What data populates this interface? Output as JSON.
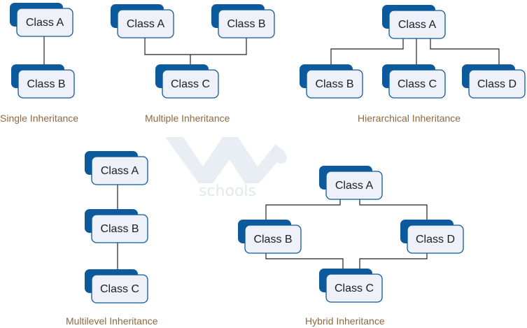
{
  "colors": {
    "node_back": "#0c5a9c",
    "node_front": "#eef0fa",
    "node_border": "#0c5a9c",
    "connector": "#222222",
    "caption": "#8a6a40",
    "watermark": "#e2e9f0"
  },
  "watermark": {
    "text": "schools"
  },
  "captions": {
    "single": "Single Inheritance",
    "multiple": "Multiple Inheritance",
    "hierarchical": "Hierarchical Inheritance",
    "multilevel": "Multilevel Inheritance",
    "hybrid": "Hybrid Inheritance"
  },
  "diagrams": [
    {
      "id": "single",
      "nodes": [
        {
          "id": "a",
          "label": "Class A"
        },
        {
          "id": "b",
          "label": "Class B"
        }
      ]
    },
    {
      "id": "multiple",
      "nodes": [
        {
          "id": "a",
          "label": "Class A"
        },
        {
          "id": "b",
          "label": "Class B"
        },
        {
          "id": "c",
          "label": "Class C"
        }
      ]
    },
    {
      "id": "hierarchical",
      "nodes": [
        {
          "id": "a",
          "label": "Class A"
        },
        {
          "id": "b",
          "label": "Class B"
        },
        {
          "id": "c",
          "label": "Class C"
        },
        {
          "id": "d",
          "label": "Class D"
        }
      ]
    },
    {
      "id": "multilevel",
      "nodes": [
        {
          "id": "a",
          "label": "Class A"
        },
        {
          "id": "b",
          "label": "Class B"
        },
        {
          "id": "c",
          "label": "Class C"
        }
      ]
    },
    {
      "id": "hybrid",
      "nodes": [
        {
          "id": "a",
          "label": "Class A"
        },
        {
          "id": "b",
          "label": "Class B"
        },
        {
          "id": "d",
          "label": "Class D"
        },
        {
          "id": "c",
          "label": "Class C"
        }
      ]
    }
  ]
}
